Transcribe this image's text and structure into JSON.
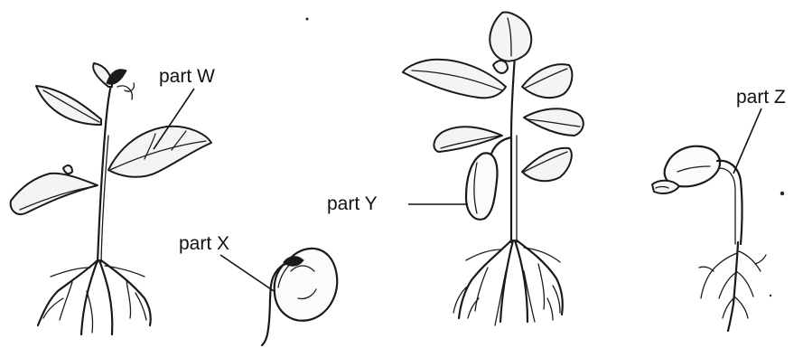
{
  "labels": {
    "w": "part W",
    "x": "part X",
    "y": "part Y",
    "z": "part Z"
  }
}
